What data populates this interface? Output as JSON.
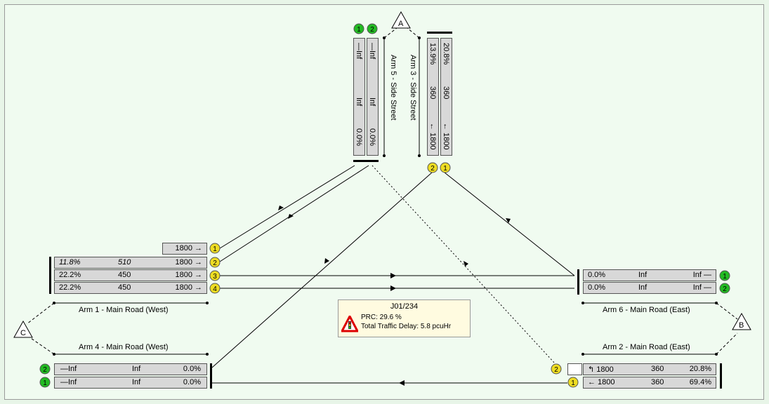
{
  "junction": {
    "title": "J01/234",
    "prc": "PRC: 29.6 %",
    "delay": "Total Traffic Delay: 5.8 pcuHr"
  },
  "arms": {
    "arm1": {
      "label": "Arm 1 - Main Road (West)",
      "lanes": [
        {
          "deg": "",
          "cap": "",
          "sat": "1800 →",
          "num": "1"
        },
        {
          "deg": "11.8%",
          "cap": "510",
          "sat": "1800 →",
          "num": "2"
        },
        {
          "deg": "22.2%",
          "cap": "450",
          "sat": "1800 →",
          "num": "3"
        },
        {
          "deg": "22.2%",
          "cap": "450",
          "sat": "1800 →",
          "num": "4"
        }
      ]
    },
    "arm4": {
      "label": "Arm 4 - Main Road (West)",
      "lanes": [
        {
          "num": "2",
          "sat": "—Inf",
          "cap": "Inf",
          "deg": "0.0%"
        },
        {
          "num": "1",
          "sat": "—Inf",
          "cap": "Inf",
          "deg": "0.0%"
        }
      ]
    },
    "arm6": {
      "label": "Arm 6 - Main Road (East)",
      "lanes": [
        {
          "deg": "0.0%",
          "cap": "Inf",
          "sat": "Inf —",
          "num": "1"
        },
        {
          "deg": "0.0%",
          "cap": "Inf",
          "sat": "Inf —",
          "num": "2"
        }
      ]
    },
    "arm2": {
      "label": "Arm 2 - Main Road (East)",
      "lanes": [
        {
          "num": "2",
          "sat": "↰ 1800",
          "cap": "360",
          "deg": "20.8%"
        },
        {
          "num": "1",
          "sat": "← 1800",
          "cap": "360",
          "deg": "69.4%"
        }
      ]
    },
    "arm5": {
      "label": "Arm 5 - Side Street",
      "lanes": [
        {
          "sat": "—Inf",
          "cap": "Inf",
          "deg": "0.0%",
          "num": "1"
        },
        {
          "sat": "—Inf",
          "cap": "Inf",
          "deg": "0.0%",
          "num": "2"
        }
      ]
    },
    "arm3": {
      "label": "Arm 3 - Side Street",
      "lanes": [
        {
          "deg": "13.9%",
          "cap": "360",
          "sat": "← 1800",
          "num": "2"
        },
        {
          "deg": "20.8%",
          "cap": "360",
          "sat": "← 1800",
          "num": "1"
        }
      ]
    }
  },
  "nodes": {
    "a": "A",
    "b": "B",
    "c": "C"
  },
  "colors": {
    "green": "#22bb22",
    "yellow": "#eedd22",
    "lane": "#d8d8d8",
    "bg": "#f0fbf0"
  }
}
